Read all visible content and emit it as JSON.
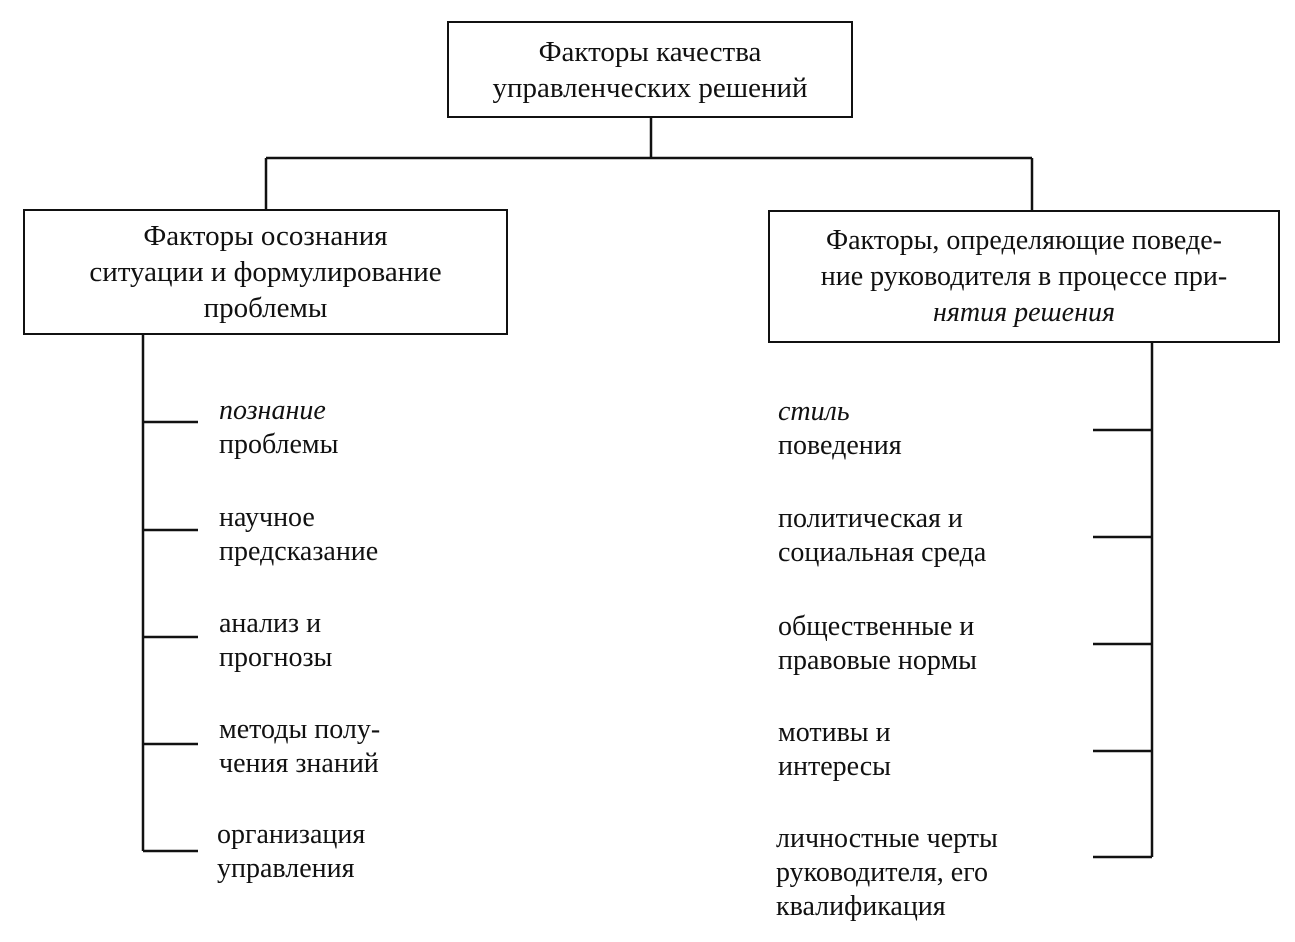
{
  "root": {
    "lines": [
      "Факторы качества",
      "управленческих решений"
    ]
  },
  "left": {
    "lines": [
      "Факторы осознания",
      "ситуации и формулирование",
      "проблемы"
    ],
    "items": [
      {
        "lines": [
          "познание",
          "проблемы"
        ]
      },
      {
        "lines": [
          "научное",
          "предсказание"
        ]
      },
      {
        "lines": [
          "анализ и",
          "прогнозы"
        ]
      },
      {
        "lines": [
          "методы полу-",
          "чения знаний"
        ]
      },
      {
        "lines": [
          "организация",
          "управления"
        ]
      }
    ]
  },
  "right": {
    "lines": [
      "Факторы, определяющие поведе-",
      "ние руководителя в процессе при-",
      "нятия решения"
    ],
    "items": [
      {
        "lines": [
          "стиль",
          "поведения"
        ]
      },
      {
        "lines": [
          "политическая и",
          "социальная среда"
        ]
      },
      {
        "lines": [
          "общественные и",
          "правовые нормы"
        ]
      },
      {
        "lines": [
          "мотивы и",
          "интересы"
        ]
      },
      {
        "lines": [
          "личностные черты",
          "руководителя, его",
          "квалификация"
        ]
      }
    ]
  }
}
